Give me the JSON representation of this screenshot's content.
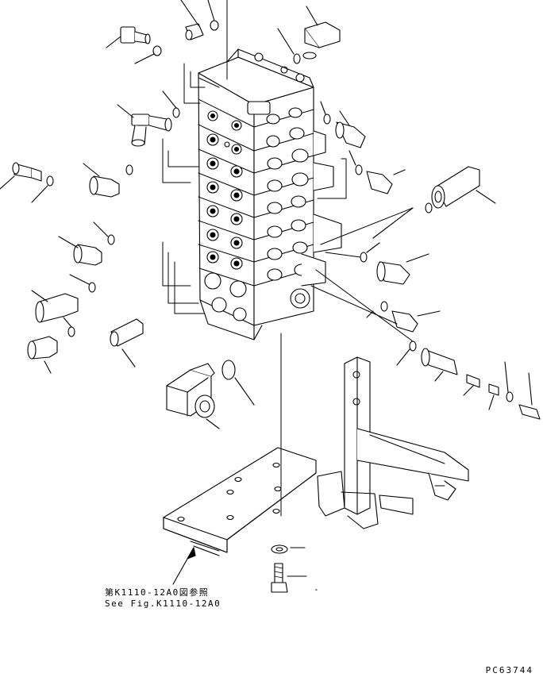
{
  "reference_note": {
    "japanese": "第K1110-12A0図参照",
    "english": "See Fig.K1110-12A0"
  },
  "drawing_code": "PC63744",
  "dash_mark": "-"
}
